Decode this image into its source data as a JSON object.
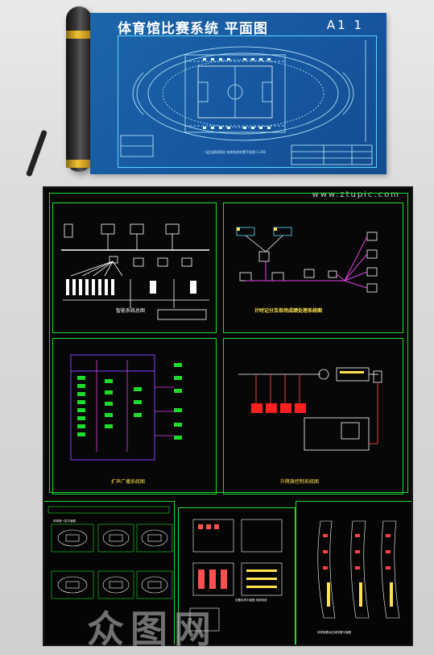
{
  "blueprint": {
    "title": "体育馆比赛系统 平面图",
    "sheet_id": "A1 1",
    "caption": "一层比赛场馆总 电视系统布置平面图 1:200"
  },
  "board": {
    "watermark": "www.ztupic.com",
    "panels": [
      {
        "title": "智能系统总图"
      },
      {
        "title": "计时记分及现场成绩处理系统图"
      },
      {
        "title": "扩声广播系统图"
      },
      {
        "title": "升降旗控制系统图"
      }
    ],
    "bottom": [
      {
        "caption": "体育馆一层平面图"
      },
      {
        "caption": "设备机房平面图 电视系统"
      },
      {
        "caption": "体育馆看台区域布置平面图"
      }
    ]
  },
  "logo_text": "众图网",
  "colors": {
    "blueprint_blue": "#1657a0",
    "cad_green": "#1fdc2a",
    "cad_magenta": "#e040e0",
    "cad_red": "#ff2020",
    "background": "#d6d6d6"
  }
}
